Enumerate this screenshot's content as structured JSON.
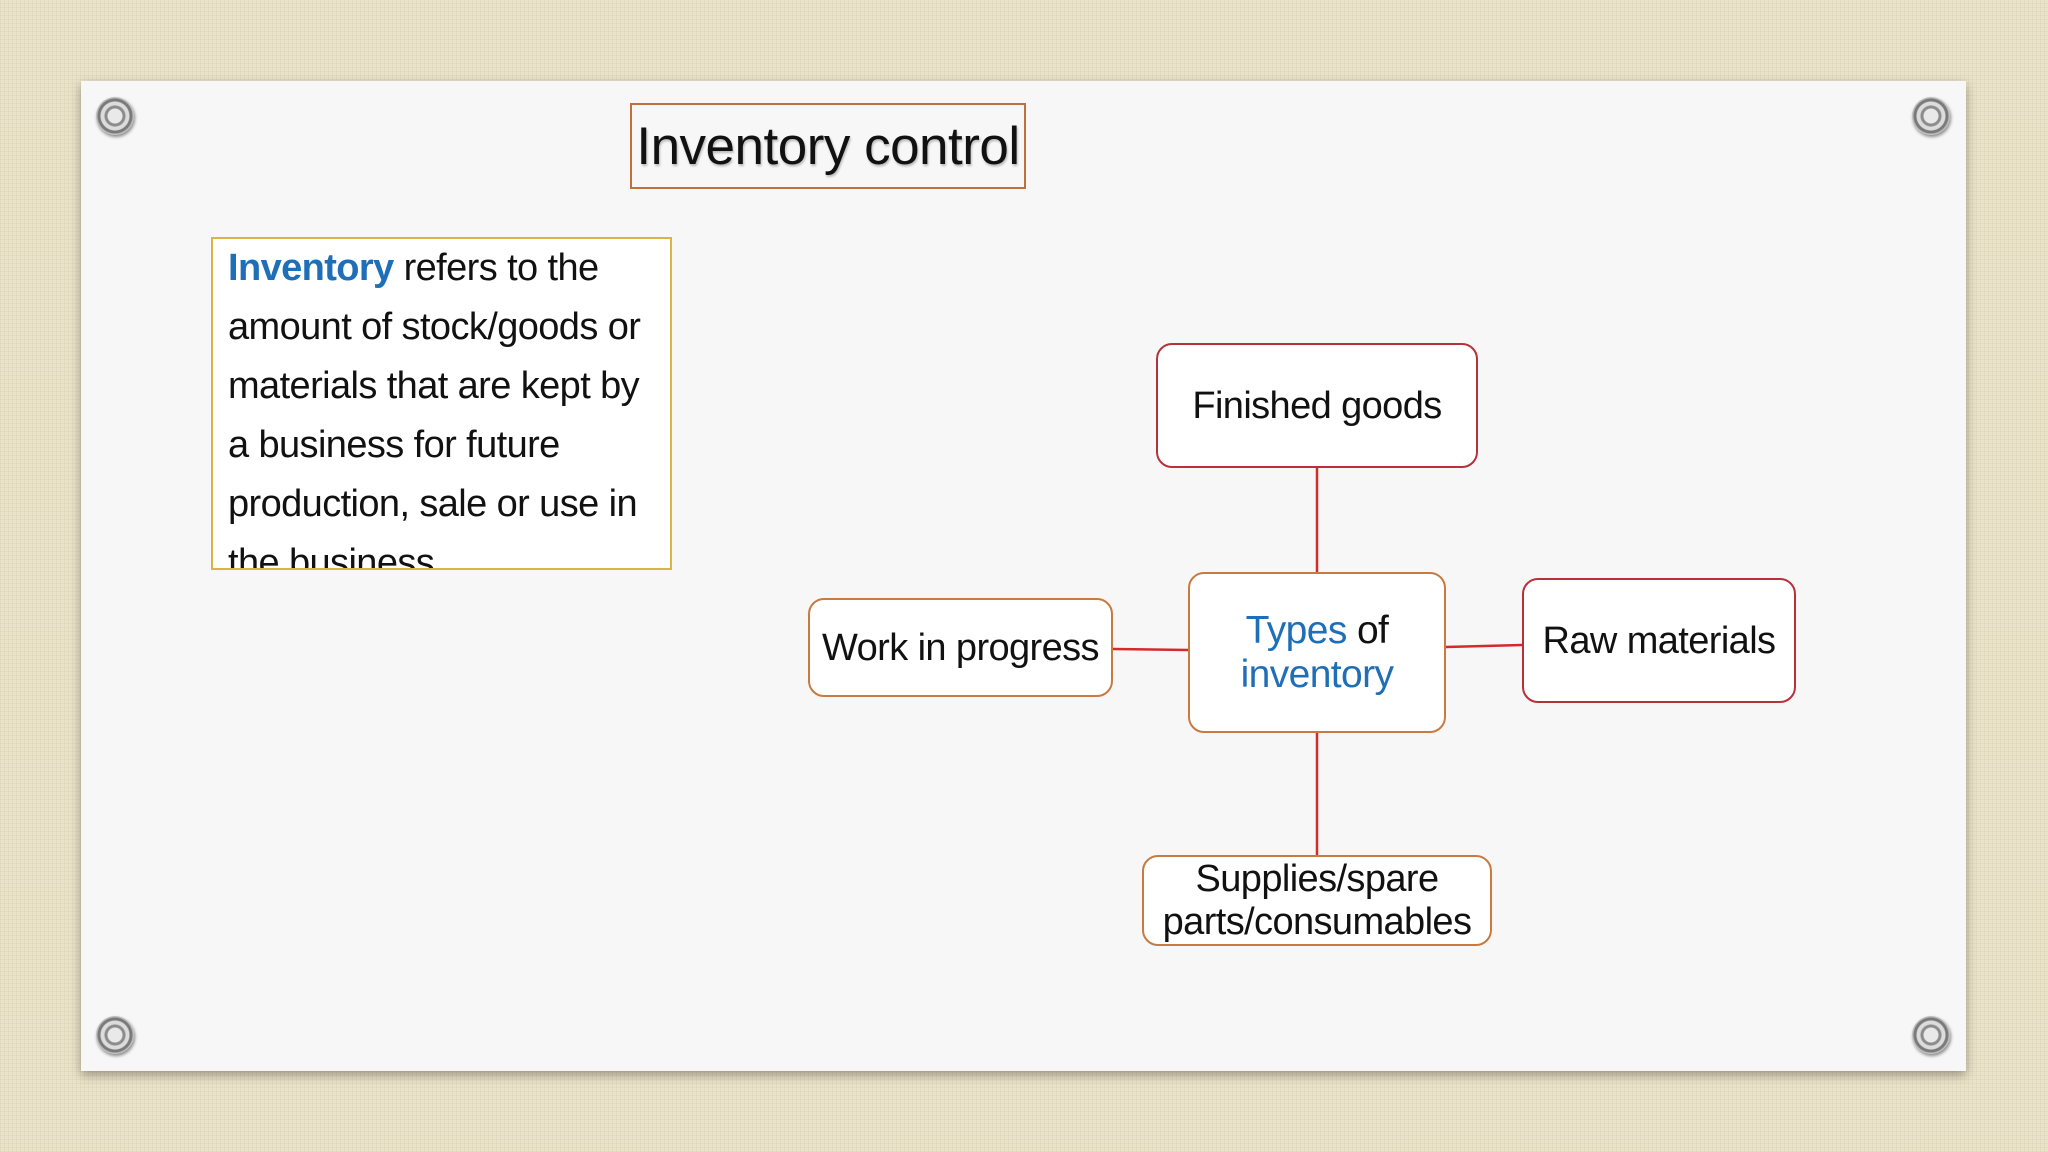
{
  "slide": {
    "title": "Inventory control",
    "definition": {
      "term": "Inventory",
      "rest": " refers to the amount of stock/goods or materials that are kept by a business for future production, sale or use in the business."
    }
  },
  "diagram": {
    "center": {
      "word1": "Types",
      "word2": " of",
      "word3": "inventory"
    },
    "nodes": {
      "top": "Finished goods",
      "left": "Work in progress",
      "right": "Raw materials",
      "bottom_line1": "Supplies/spare",
      "bottom_line2": "parts/consumables"
    }
  },
  "colors": {
    "accent_blue": "#1f6fb8",
    "connector_red": "#d42a2a",
    "node_border_red": "#b5323a",
    "node_border_orange": "#c97a3e",
    "definition_border": "#d9b545",
    "title_border": "#c0703a"
  }
}
